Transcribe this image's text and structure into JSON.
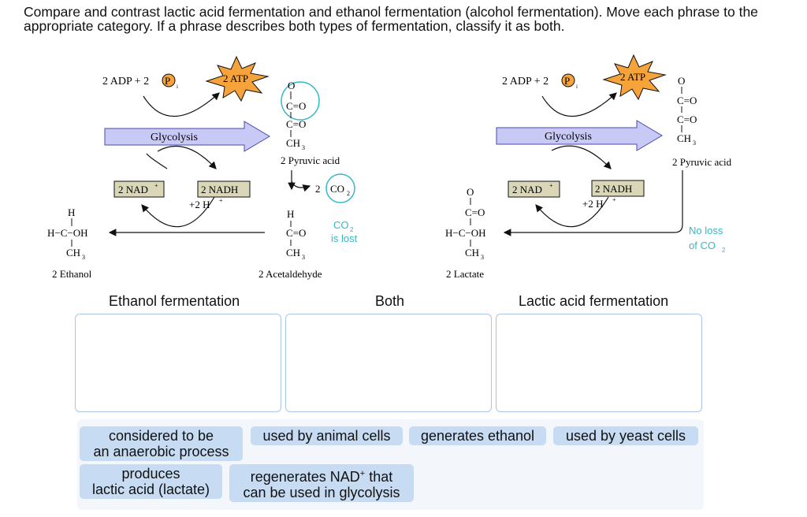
{
  "instructions": "Compare and contrast lactic acid fermentation and ethanol fermentation (alcohol fermentation). Move each phrase to the appropriate category. If a phrase describes both types of fermentation, classify it as both.",
  "diagram": {
    "adp": "2 ADP + 2",
    "p": "P",
    "pi_sub": "i",
    "atp": "2 ATP",
    "glycolysis": "Glycolysis",
    "nad": "2 NAD",
    "nad_sup": "+",
    "nadh": "2 NADH",
    "h": "+2 H",
    "h_sup": "+",
    "pyruvic_o": "O",
    "pyruvic_co1": "C=O",
    "pyruvic_co2": "C=O",
    "pyruvic_ch3": "CH",
    "sub3": "3",
    "pyruvic_label": "2 Pyruvic acid",
    "co2_prefix": "2",
    "co2": "CO",
    "sub2": "2",
    "co2_lost_1": "CO",
    "co2_lost_2": "is lost",
    "acet_h": "H",
    "acet_co": "C=O",
    "acet_ch3": "CH",
    "acet_label": "2 Acetaldehyde",
    "eth_h": "H",
    "eth_row": "H−C−OH",
    "eth_ch3": "CH",
    "eth_label": "2 Ethanol",
    "lac_o": "O",
    "lac_co": "C=O",
    "lac_row": "H−C−OH",
    "lac_ch3": "CH",
    "lac_label": "2 Lactate",
    "noloss_1": "No loss",
    "noloss_2": "of CO"
  },
  "categories": {
    "ethanol": "Ethanol fermentation",
    "both": "Both",
    "lactic": "Lactic acid fermentation"
  },
  "chips": {
    "anaerobic_1": "considered to be",
    "anaerobic_2": "an anaerobic process",
    "animal": "used by animal cells",
    "ethanol": "generates ethanol",
    "yeast": "used by yeast cells",
    "lactate_1": "produces",
    "lactate_2": "lactic acid (lactate)",
    "nad_1": "regenerates NAD",
    "nad_sup": "+",
    "nad_1b": " that",
    "nad_2": "can be used in glycolysis"
  },
  "colors": {
    "atp_orange": "#f5a33a",
    "glycolysis_fill": "#c9c9f5",
    "nad_fill": "#d9d7b8",
    "cyan": "#35b8c8",
    "chip_blue": "#c7dcf3",
    "drop_border": "#a9c6e8"
  }
}
